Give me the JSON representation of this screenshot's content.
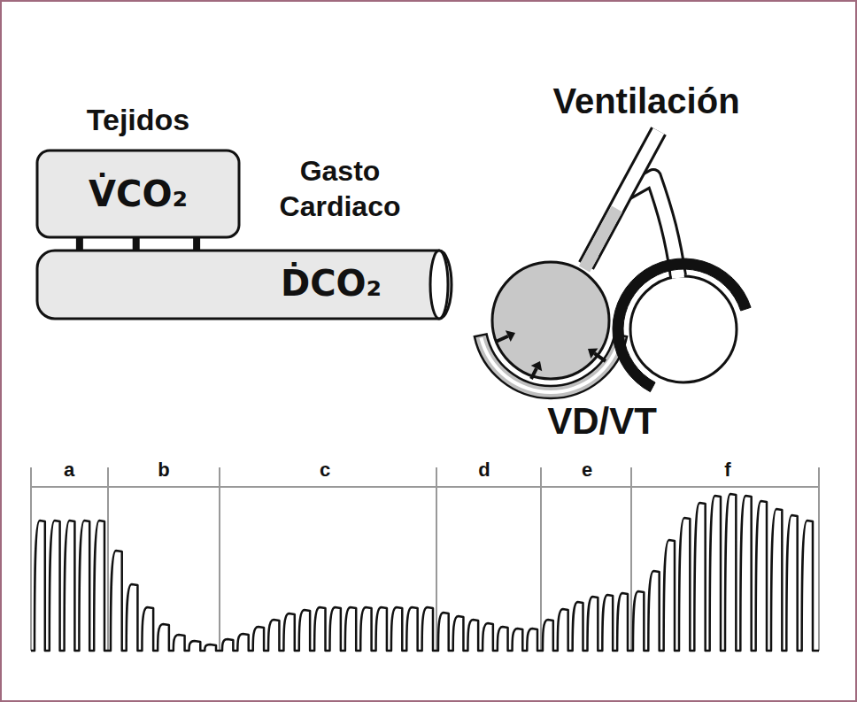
{
  "diagram": {
    "nodes": [
      {
        "text": [
          "Tejidos",
          "V̇CO₂"
        ]
      },
      {
        "text": [
          "Gasto Cardiaco",
          "ḊCO₂"
        ]
      }
    ],
    "edges": [
      {
        "from": 0,
        "to": 1,
        "arrow": "to"
      },
      {
        "from": 0,
        "to": 1,
        "arrow": "to"
      },
      {
        "from": 0,
        "to": 1,
        "arrow": "to"
      }
    ],
    "labels": [
      "Ventilación",
      "VD/VT",
      "a",
      "b",
      "c",
      "d",
      "e",
      "f"
    ]
  }
}
